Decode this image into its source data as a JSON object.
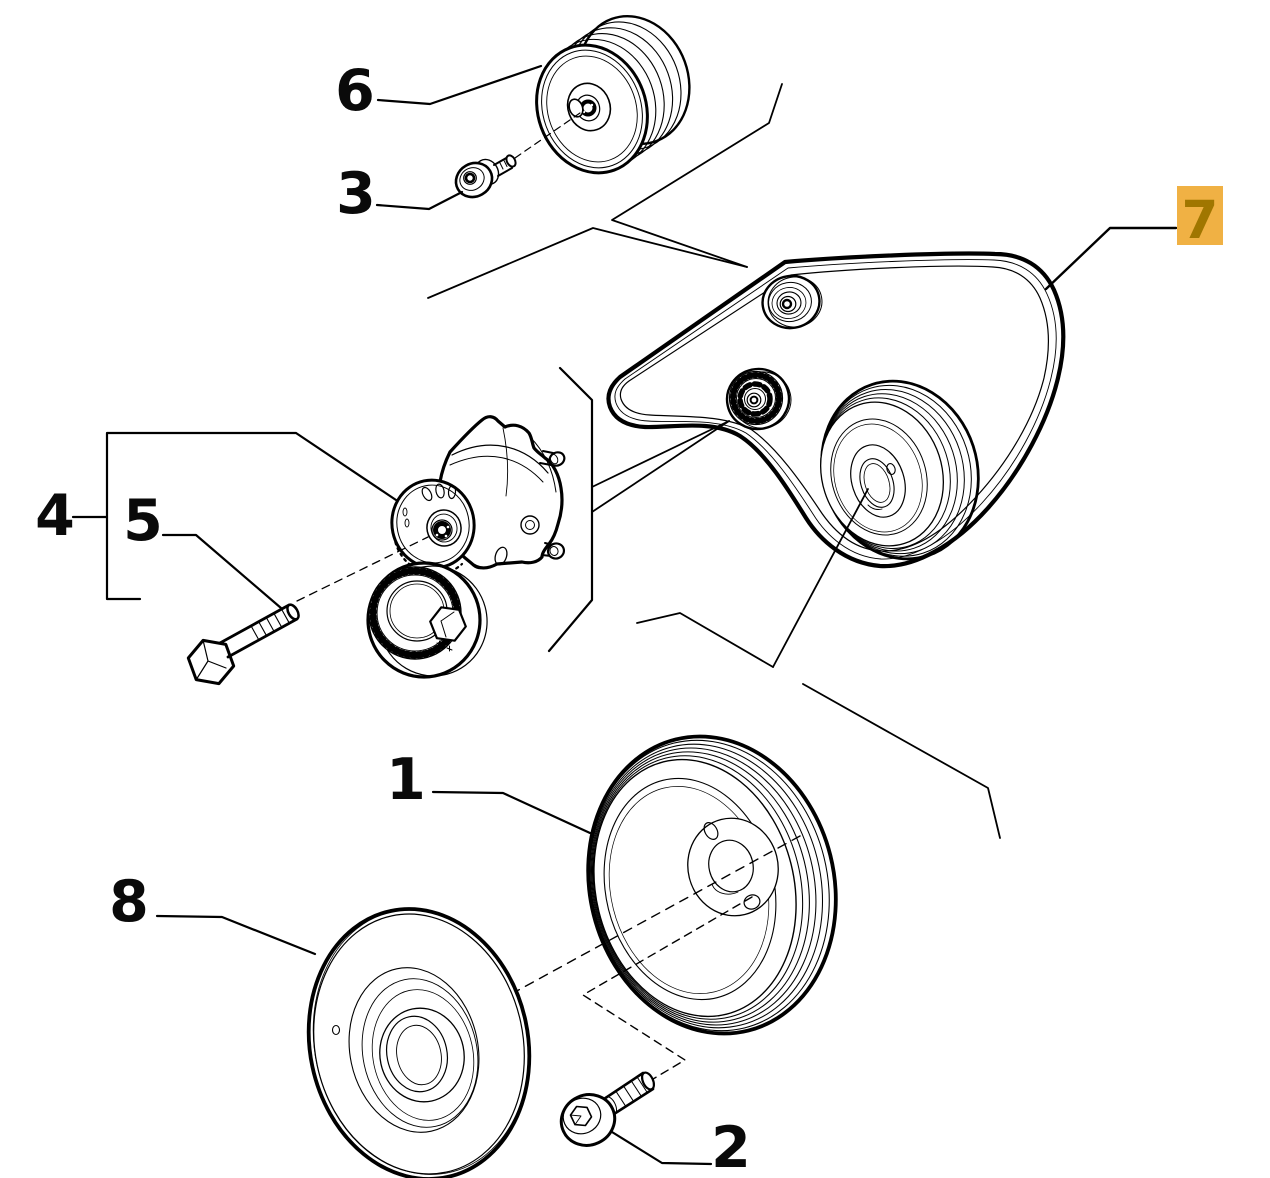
{
  "figure": {
    "background": "#ffffff",
    "line_color": "#000000"
  },
  "callouts": [
    {
      "label": "6"
    },
    {
      "label": "3"
    },
    {
      "label": "4"
    },
    {
      "label": "5"
    },
    {
      "label": "1"
    },
    {
      "label": "8"
    },
    {
      "label": "2"
    }
  ],
  "highlight_badge": {
    "label": "7",
    "bg": "#F0B144",
    "fg": "#A07600"
  }
}
